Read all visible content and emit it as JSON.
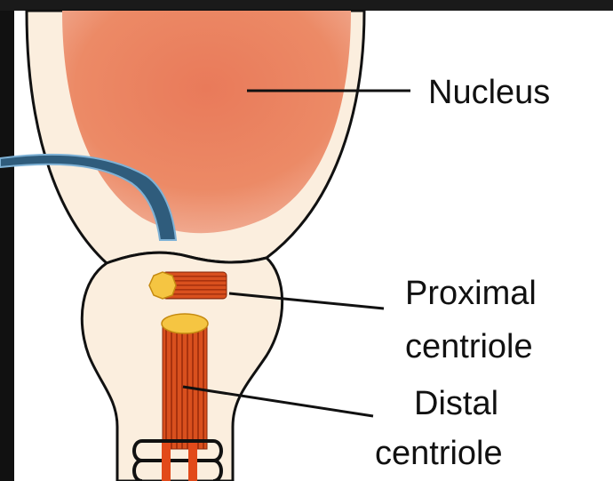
{
  "labels": {
    "nucleus": "Nucleus",
    "proximal_line1": "Proximal",
    "proximal_line2": "centriole",
    "distal_line1": "Distal",
    "distal_line2": "centriole"
  },
  "colors": {
    "background": "#ffffff",
    "left_dark_strip": "#111111",
    "top_dark_strip": "#1a1a1a",
    "cell_fill": "#fbeede",
    "cell_outline": "#111111",
    "nucleus_fill": "#ea7f5c",
    "nucleus_edge": "#e79b82",
    "centriole_fill": "#d9501e",
    "centriole_stripes": "#9b2c0c",
    "centriole_end": "#f5c542",
    "callout_arrow": "#2f5c7c",
    "callout_arrow_edge": "#7fb2d6",
    "leader_lines": "#111111"
  },
  "icons": {
    "callout": "curved-callout-arrow-icon"
  }
}
